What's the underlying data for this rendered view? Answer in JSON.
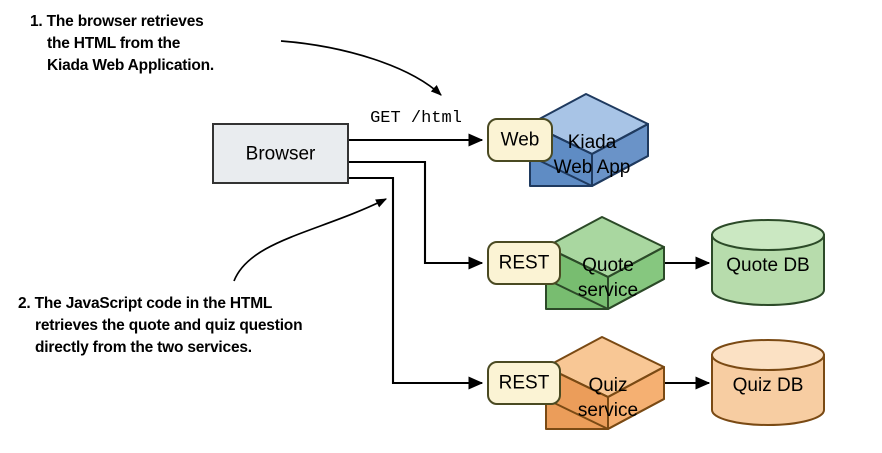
{
  "diagram": {
    "title": "Kiada Web Application request flow",
    "background": "#ffffff"
  },
  "annotations": [
    {
      "id": "annotation-1",
      "number": "1.",
      "lines": [
        "1. The browser retrieves",
        "the HTML from the",
        "Kiada Web Application."
      ]
    },
    {
      "id": "annotation-2",
      "number": "2.",
      "lines": [
        "2. The JavaScript code in the HTML",
        "retrieves the quote and quiz question",
        "directly from the two services."
      ]
    }
  ],
  "nodes": {
    "browser": {
      "label": "Browser",
      "fill": "#e9ecef",
      "stroke": "#333333"
    },
    "kiada_web_app": {
      "label_line1": "Kiada",
      "label_line2": "Web App",
      "front_fill": "#6a93c8",
      "top_fill": "#a8c4e6",
      "side_fill": "#5280b8",
      "stroke": "#1f3a5f"
    },
    "quote_service": {
      "label_line1": "Quote",
      "label_line2": "service",
      "front_fill": "#86c77f",
      "top_fill": "#a9d7a0",
      "side_fill": "#6cb464",
      "stroke": "#2c4a28"
    },
    "quiz_service": {
      "label_line1": "Quiz",
      "label_line2": "service",
      "front_fill": "#f5b072",
      "top_fill": "#f8c795",
      "side_fill": "#ef9e56",
      "stroke": "#7a4a14"
    },
    "quote_db": {
      "label": "Quote DB",
      "fill": "#b7dcac",
      "top_fill": "#c9e6c0",
      "stroke": "#2c4a28"
    },
    "quiz_db": {
      "label": "Quiz DB",
      "fill": "#f7cda2",
      "top_fill": "#fadfc0",
      "stroke": "#7a4a14"
    }
  },
  "ports": [
    {
      "id": "port-web",
      "label": "Web",
      "fill": "#fbf3d4",
      "stroke": "#4a4a22"
    },
    {
      "id": "port-rest-quote",
      "label": "REST",
      "fill": "#fbf3d4",
      "stroke": "#4a4a22"
    },
    {
      "id": "port-rest-quiz",
      "label": "REST",
      "fill": "#fbf3d4",
      "stroke": "#4a4a22"
    }
  ],
  "connectors": [
    {
      "id": "browser-to-web",
      "label": "GET /html"
    },
    {
      "id": "browser-to-rest-quote",
      "label": ""
    },
    {
      "id": "browser-to-rest-quiz",
      "label": ""
    },
    {
      "id": "quote-service-to-quote-db",
      "label": ""
    },
    {
      "id": "quiz-service-to-quiz-db",
      "label": ""
    }
  ]
}
